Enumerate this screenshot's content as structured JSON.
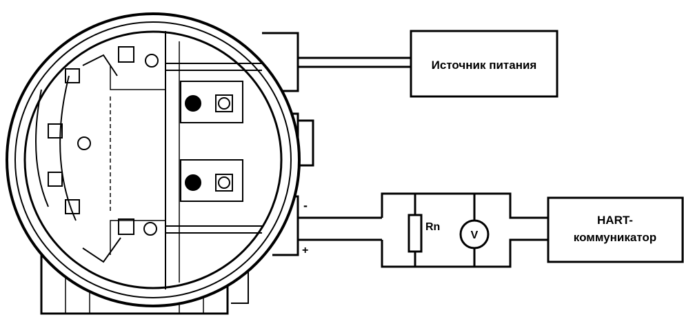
{
  "diagram": {
    "power_source_label": "Источник питания",
    "hart_line1": "HART-",
    "hart_line2": "коммуникатор",
    "resistor_label": "Rn",
    "voltmeter_label": "V",
    "minus_label": "-",
    "plus_label": "+"
  }
}
